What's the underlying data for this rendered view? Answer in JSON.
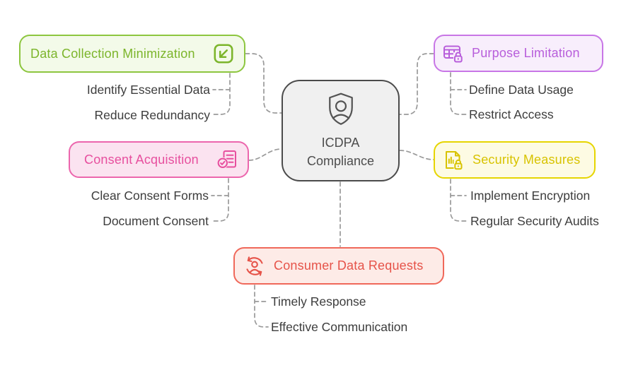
{
  "title": "ICDPA Compliance mind map",
  "center_node": {
    "lines": [
      "ICDPA",
      "Compliance"
    ],
    "icon": "shield-person-icon",
    "text_color": "#4d4d4d",
    "border_color": "#4b4b4b",
    "bg_color": "#f0f0f0"
  },
  "branches": [
    {
      "label": "Data Collection Minimization",
      "icon": "minimize-arrow-icon",
      "title_color": "#7cb52b",
      "border_color": "#8dc63f",
      "bg_color": "#f3fae9",
      "children": [
        "Identify Essential Data",
        "Reduce Redundancy"
      ]
    },
    {
      "label": "Purpose Limitation",
      "icon": "table-lock-icon",
      "title_color": "#b85edb",
      "border_color": "#c876e6",
      "bg_color": "#f8eefc",
      "children": [
        "Define Data Usage",
        "Restrict Access"
      ]
    },
    {
      "label": "Consent Acquisition",
      "icon": "document-check-icon",
      "title_color": "#e74f9e",
      "border_color": "#ec66ad",
      "bg_color": "#fbe3f0",
      "children": [
        "Clear Consent Forms",
        "Document Consent"
      ]
    },
    {
      "label": "Security Measures",
      "icon": "document-chart-lock-icon",
      "title_color": "#d8c300",
      "border_color": "#e6d500",
      "bg_color": "#fdfbe3",
      "children": [
        "Implement Encryption",
        "Regular Security Audits"
      ]
    },
    {
      "label": "Consumer Data Requests",
      "icon": "person-refresh-icon",
      "title_color": "#e65349",
      "border_color": "#f0685a",
      "bg_color": "#fdebe7",
      "children": [
        "Timely Response",
        "Effective Communication"
      ]
    }
  ],
  "colors": {
    "connector": "#9a9a9a",
    "sub_item_text": "#3d3d3d",
    "canvas_background": "#ffffff"
  }
}
